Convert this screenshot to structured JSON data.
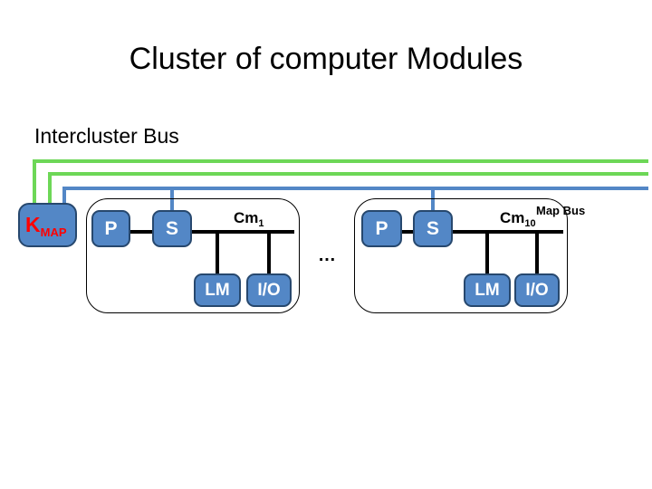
{
  "slide": {
    "title": "Cluster of computer Modules",
    "bus_title": "Intercluster Bus",
    "ellipsis": "…"
  },
  "kmap": {
    "label_main": "K",
    "label_sub": "MAP",
    "color": "#FF0000",
    "box_color": "#5387C6"
  },
  "buses": {
    "intercluster_green_color": "#6DD757",
    "map_bus_blue_color": "#5387C6",
    "intra_cluster_black_color": "#000000"
  },
  "clusters": [
    {
      "name_main": "Cm",
      "name_sub": "1",
      "modules": [
        {
          "label": "P"
        },
        {
          "label": "S"
        },
        {
          "label": "LM"
        },
        {
          "label": "I/O"
        }
      ]
    },
    {
      "name_main": "Cm",
      "name_sub": "10",
      "map_bus_label": "Map Bus",
      "modules": [
        {
          "label": "P"
        },
        {
          "label": "S"
        },
        {
          "label": "LM"
        },
        {
          "label": "I/O"
        }
      ]
    }
  ]
}
